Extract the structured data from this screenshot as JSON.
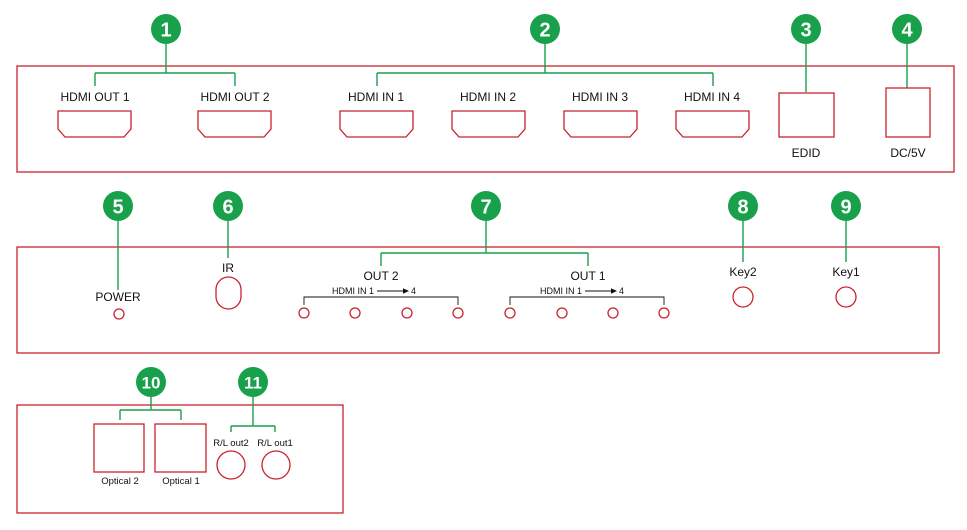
{
  "colors": {
    "panel_outline": "#c8232c",
    "badge_fill": "#18a04a",
    "connector_line": "#18a04a",
    "port_outline": "#c8232c",
    "label_text": "#111111",
    "bracket_line": "#111111"
  },
  "badges": [
    "1",
    "2",
    "3",
    "4",
    "5",
    "6",
    "7",
    "8",
    "9",
    "10",
    "11"
  ],
  "panel_top": {
    "hdmi_out": [
      "HDMI OUT 1",
      "HDMI OUT 2"
    ],
    "hdmi_in": [
      "HDMI IN 1",
      "HDMI IN 2",
      "HDMI IN 3",
      "HDMI IN 4"
    ],
    "edid": "EDID",
    "dc": "DC/5V"
  },
  "panel_mid": {
    "power": "POWER",
    "ir": "IR",
    "out2": {
      "title": "OUT 2",
      "range_start": "HDMI IN 1",
      "range_end": "4"
    },
    "out1": {
      "title": "OUT 1",
      "range_start": "HDMI IN 1",
      "range_end": "4"
    },
    "key2": "Key2",
    "key1": "Key1"
  },
  "panel_bottom": {
    "optical": [
      "Optical 2",
      "Optical 1"
    ],
    "audio": [
      "R/L out2",
      "R/L out1"
    ]
  }
}
